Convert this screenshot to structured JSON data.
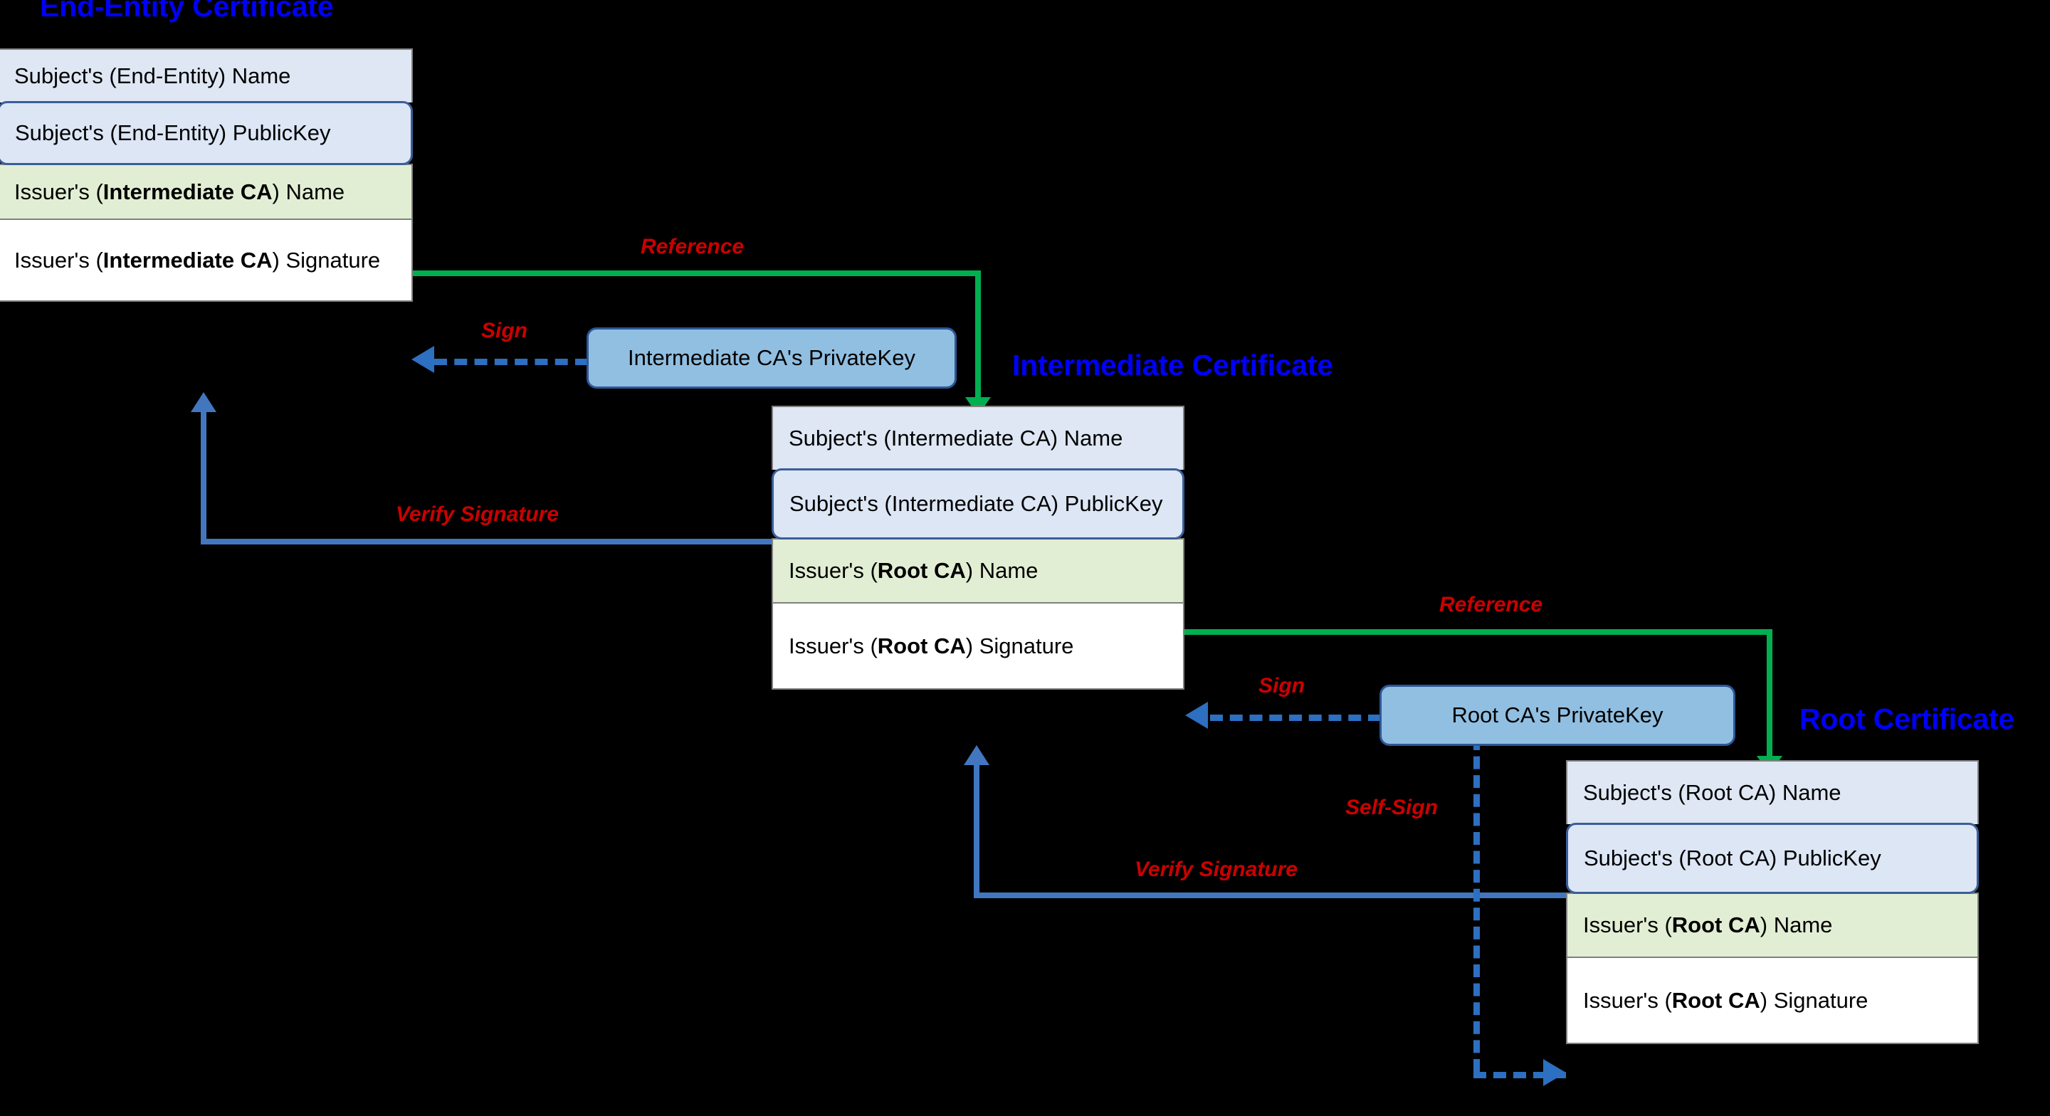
{
  "diagram": {
    "title_endentity": "End-Entity Certificate",
    "title_intermediate": "Intermediate Certificate",
    "title_root": "Root Certificate"
  },
  "certificates": {
    "end_entity": {
      "title": "End-Entity Certificate",
      "rows": [
        {
          "label": "Subject's (End-Entity) Name",
          "kind": "name"
        },
        {
          "label": "Subject's (End-Entity) PublicKey",
          "kind": "pubkey"
        },
        {
          "label_pre": "Issuer's (",
          "label_bold": "Intermediate CA",
          "label_post": ") Name",
          "kind": "issuer"
        },
        {
          "label_pre": "Issuer's (",
          "label_bold": "Intermediate CA",
          "label_post": ") Signature",
          "kind": "sig"
        }
      ]
    },
    "intermediate": {
      "title": "Intermediate Certificate",
      "rows": [
        {
          "label": "Subject's (Intermediate CA) Name",
          "kind": "name"
        },
        {
          "label": "Subject's (Intermediate CA) PublicKey",
          "kind": "pubkey"
        },
        {
          "label_pre": "Issuer's (",
          "label_bold": "Root CA",
          "label_post": ") Name",
          "kind": "issuer"
        },
        {
          "label_pre": "Issuer's (",
          "label_bold": "Root CA",
          "label_post": ") Signature",
          "kind": "sig"
        }
      ]
    },
    "root": {
      "title": "Root Certificate",
      "rows": [
        {
          "label": "Subject's (Root CA) Name",
          "kind": "name"
        },
        {
          "label": "Subject's (Root CA) PublicKey",
          "kind": "pubkey"
        },
        {
          "label_pre": "Issuer's (",
          "label_bold": "Root CA",
          "label_post": ") Name",
          "kind": "issuer"
        },
        {
          "label_pre": "Issuer's (",
          "label_bold": "Root CA",
          "label_post": ") Signature",
          "kind": "sig"
        }
      ]
    }
  },
  "keys": {
    "intermediate_private": "Intermediate CA's PrivateKey",
    "root_private": "Root CA's PrivateKey"
  },
  "edges": {
    "reference_1": "Reference",
    "sign_1": "Sign",
    "verify_1": "Verify Signature",
    "reference_2": "Reference",
    "sign_2": "Sign",
    "verify_2": "Verify Signature",
    "self_sign": "Self-Sign"
  },
  "colors": {
    "background": "#000000",
    "title": "#0000ff",
    "edge_label": "#cc0000",
    "reference_arrow": "#00b050",
    "verify_arrow": "#4277c0",
    "sign_arrow": "#2d6fc0",
    "name_row": "#dee7f3",
    "pubkey_row": "#dce6f5",
    "issuer_row": "#e2eed3",
    "signature_row": "#ffffff",
    "key_box": "#91bfe1"
  }
}
